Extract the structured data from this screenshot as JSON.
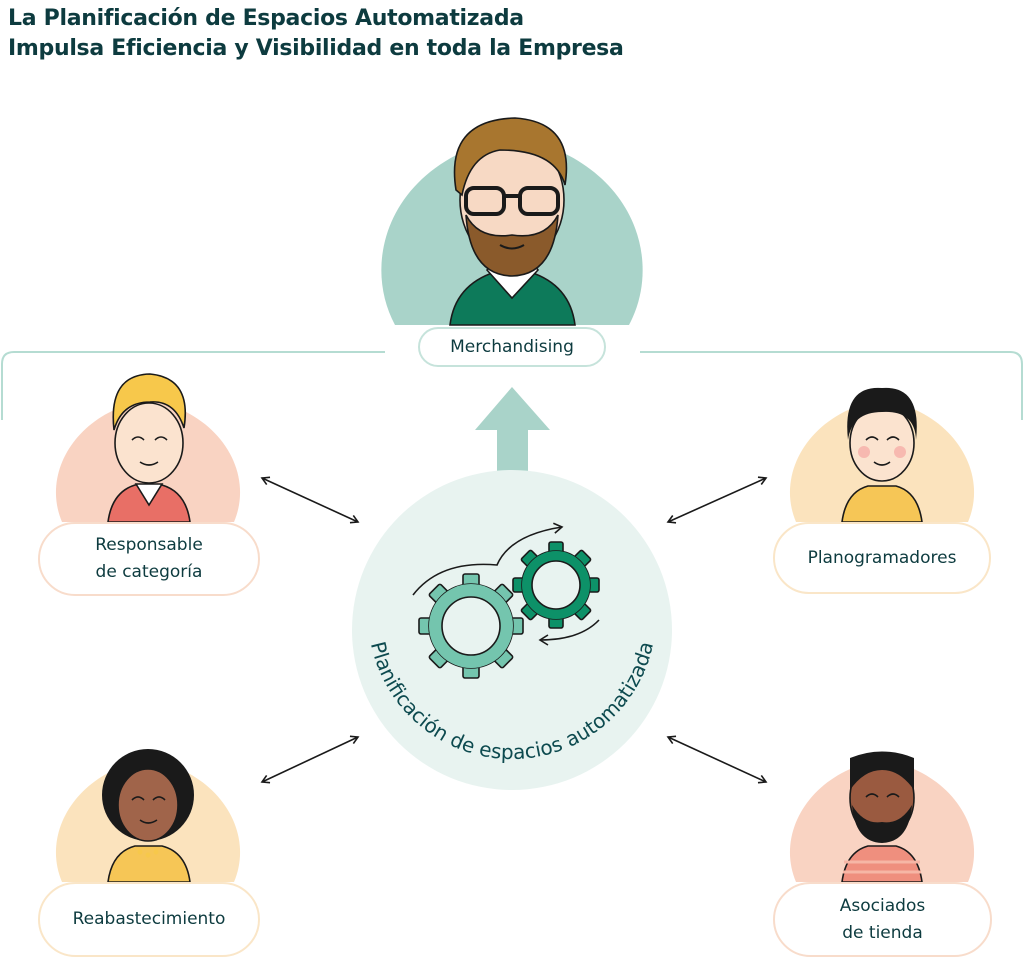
{
  "title": {
    "line1": "La Planificación de Espacios Automatizada",
    "line2": "Impulsa Eficiencia y Visibilidad en toda la Empresa"
  },
  "center": {
    "label": "Planificación de espacios automatizada",
    "icon": "gears-icon"
  },
  "roles": {
    "merchandising": {
      "label": "Merchandising"
    },
    "responsable": {
      "line1": "Responsable",
      "line2": "de categoría"
    },
    "planogramadores": {
      "label": "Planogramadores"
    },
    "reabastecimiento": {
      "label": "Reabastecimiento"
    },
    "asociados": {
      "line1": "Asociados",
      "line2": "de tienda"
    }
  },
  "colors": {
    "teal": "#a9d3c9",
    "center_bg": "#e8f3f0",
    "peach": "#f9d3c2",
    "sand": "#fbe3bd",
    "dark_green": "#0d9168",
    "light_green": "#74c5ae",
    "text": "#0d3b3f"
  }
}
